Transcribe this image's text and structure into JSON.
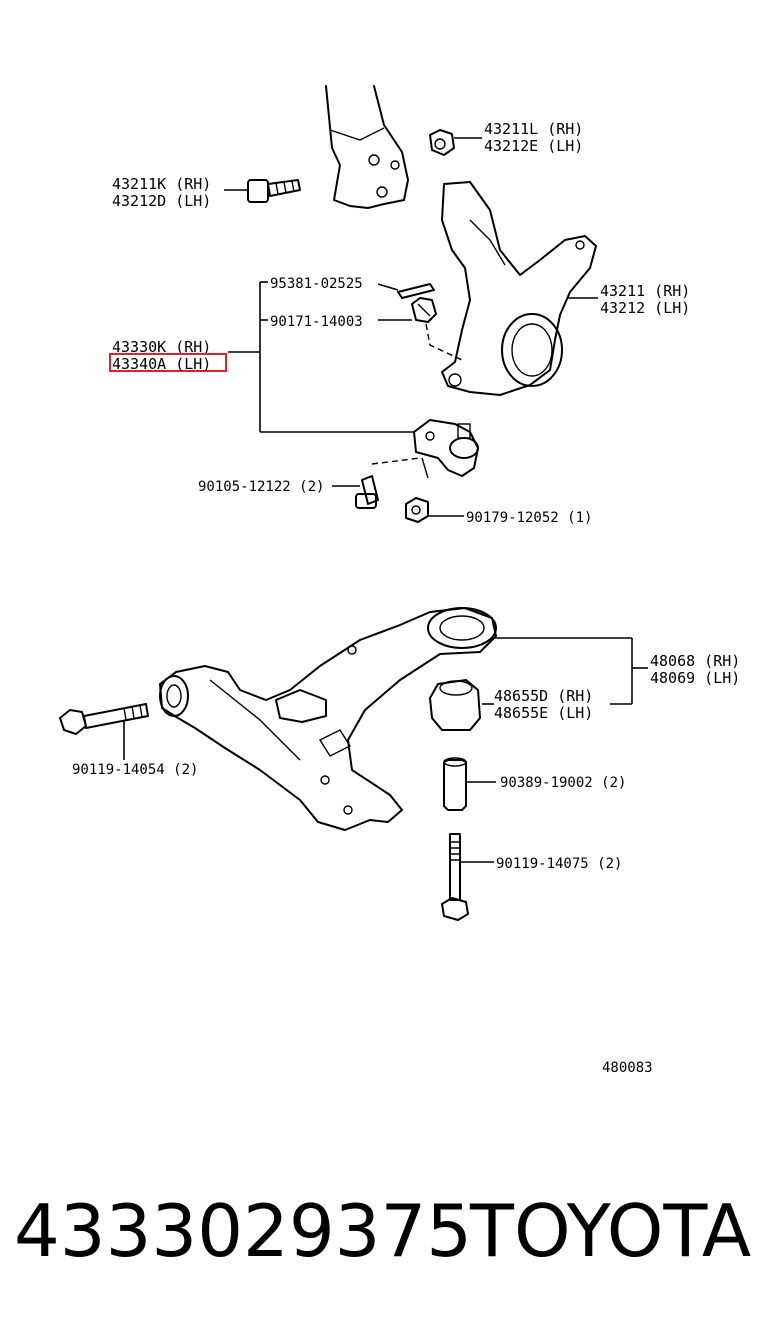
{
  "diagram": {
    "labels": {
      "bolt_top_left_rh": "43211K (RH)",
      "bolt_top_left_lh": "43212D (LH)",
      "nut_top_right_rh": "43211L (RH)",
      "nut_top_right_lh": "43212E (LH)",
      "knuckle_rh": "43211 (RH)",
      "knuckle_lh": "43212 (LH)",
      "cotter_pin": "95381-02525",
      "castle_nut": "90171-14003",
      "ball_joint_rh": "43330K (RH)",
      "ball_joint_lh": "43340A (LH)",
      "bolt_ball_joint": "90105-12122 (2)",
      "nut_ball_joint": "90179-12052 (1)",
      "lower_arm_rh": "48068 (RH)",
      "lower_arm_lh": "48069 (LH)",
      "bushing_rh": "48655D (RH)",
      "bushing_lh": "48655E (LH)",
      "bolt_arm_front": "90119-14054 (2)",
      "collar": "90389-19002 (2)",
      "bolt_arm_rear": "90119-14075 (2)",
      "diagram_id": "480083"
    },
    "highlighted_part": "43340A (LH)",
    "highlight_color": "#e0202a"
  },
  "footer": {
    "part_number": "4333029375",
    "brand": "TOYOTA"
  }
}
